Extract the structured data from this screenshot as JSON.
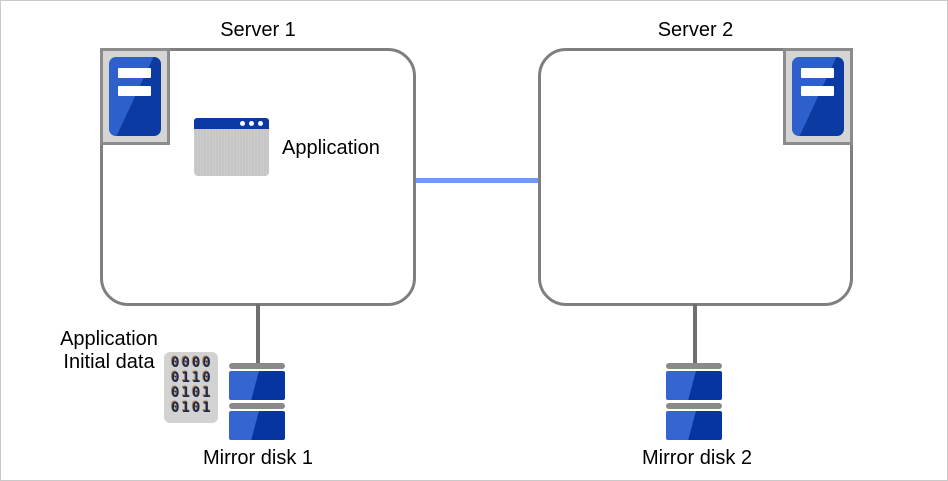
{
  "servers": [
    {
      "title": "Server 1"
    },
    {
      "title": "Server 2"
    }
  ],
  "application": {
    "label": "Application"
  },
  "initial_data": {
    "line1": "Application",
    "line2": "Initial data",
    "binary_rows": [
      "0000",
      "0110",
      "0101",
      "0101"
    ]
  },
  "disks": [
    {
      "label": "Mirror disk 1"
    },
    {
      "label": "Mirror disk 2"
    }
  ],
  "colors": {
    "server_border": "#7f7f7f",
    "panel_fill": "#d5d5d5",
    "panel_border": "#8c8c8c",
    "tower_blue_light": "#2e60cb",
    "tower_blue_dark": "#0a3aa2",
    "titlebar_blue": "#0b3aa5",
    "window_body_gray": "#c8c8c8",
    "link_blue": "#6e9af5",
    "connector_gray": "#6f6f6f",
    "disk_blue_light": "#3465d1",
    "disk_blue_dark": "#0634a1",
    "disk_bar_gray": "#8a8a8a",
    "binary_panel_gray": "#d2d2d2",
    "binary_digit_navy": "#1b2a4e"
  }
}
